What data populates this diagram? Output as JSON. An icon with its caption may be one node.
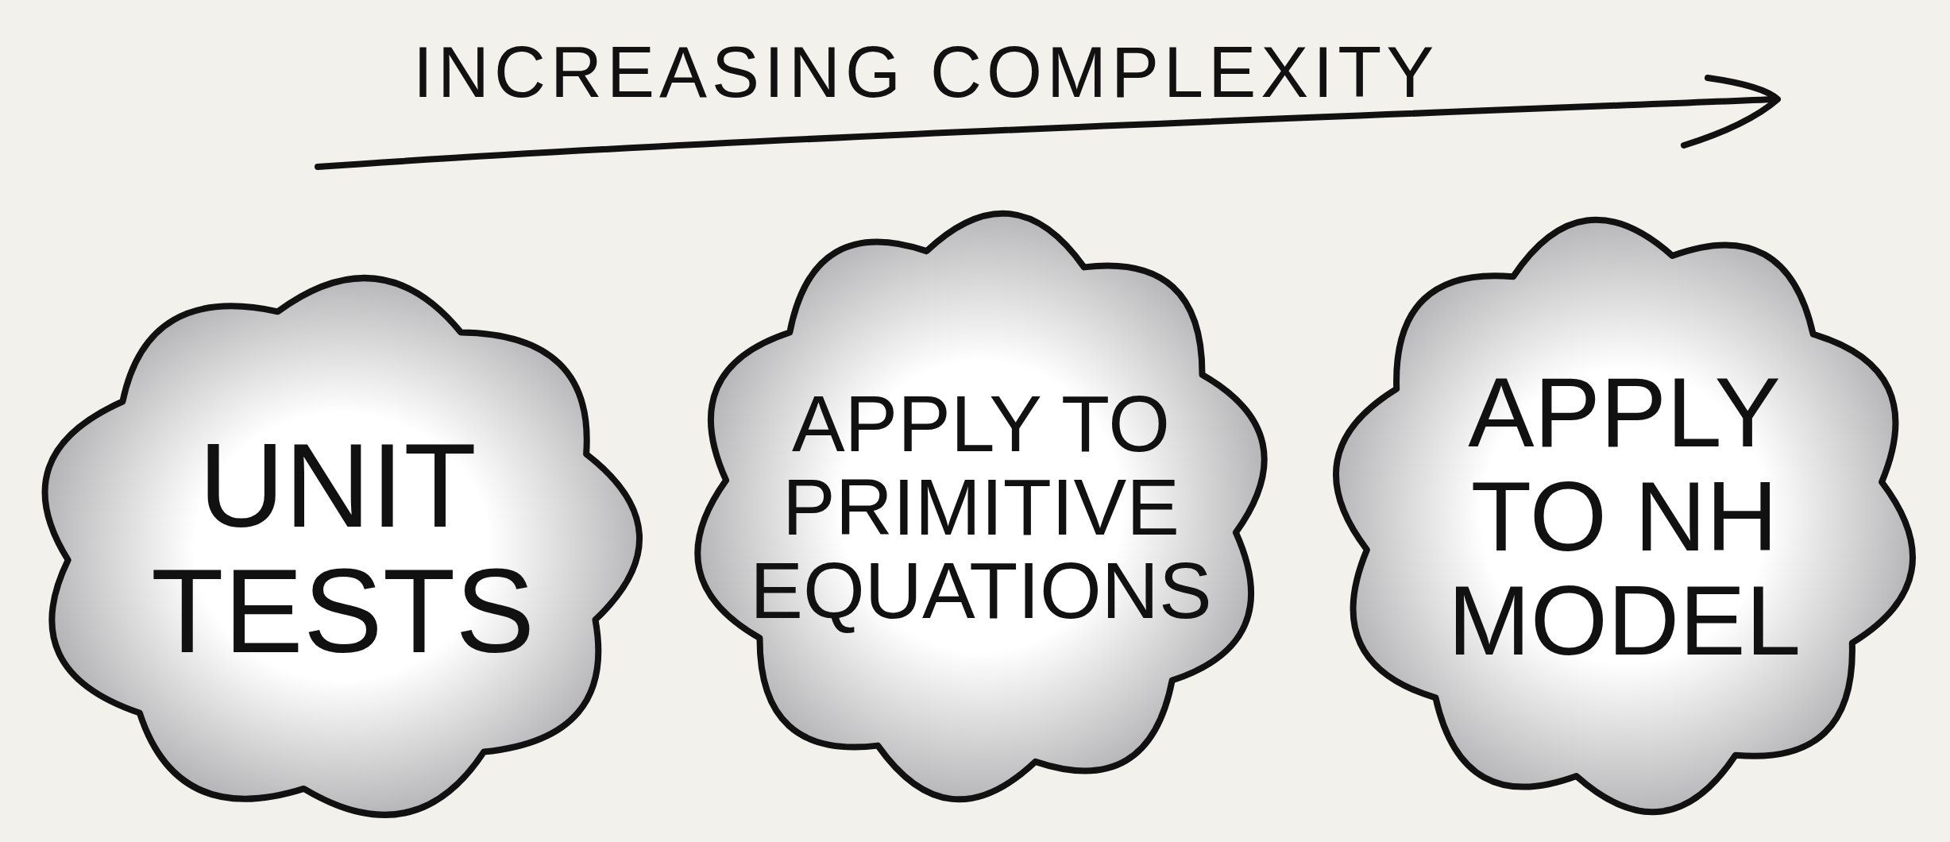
{
  "diagram": {
    "title": "INCREASING COMPLEXITY",
    "nodes": [
      {
        "text": [
          "UNIT TESTS"
        ]
      },
      {
        "text": [
          "APPLY TO PRIMITIVE EQUATIONS"
        ]
      },
      {
        "text": [
          "APPLY TO NH MODEL"
        ]
      }
    ],
    "edges": []
  }
}
